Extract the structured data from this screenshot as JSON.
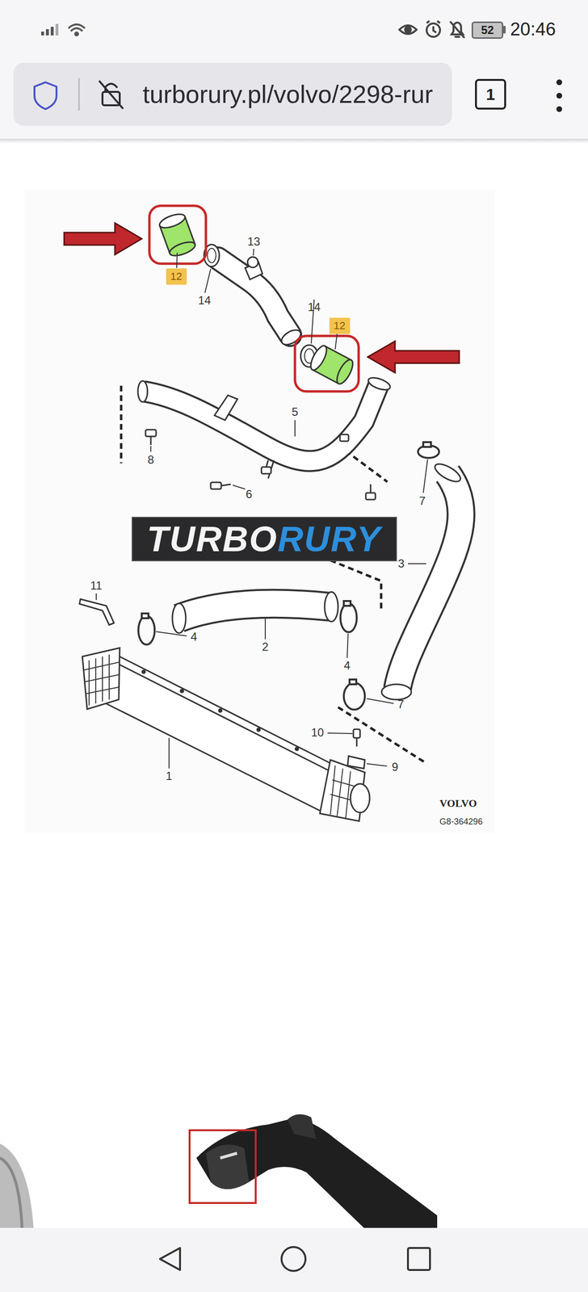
{
  "diagram": {
    "nodes": [
      {
        "text": [
          "52"
        ]
      },
      {
        "text": [
          "turborury.pl/volvo/2298-rur"
        ]
      },
      {
        "text": [
          "1"
        ]
      },
      {
        "text": [
          "12"
        ]
      },
      {
        "text": [
          "12"
        ]
      },
      {
        "text": [
          "TURBO",
          "RURY"
        ]
      }
    ],
    "labels": [
      "20:46",
      "13",
      "14",
      "14",
      "5",
      "8",
      "6",
      "7",
      "3",
      "2",
      "4",
      "4",
      "11",
      "7",
      "1",
      "10",
      "9",
      "VOLVO",
      "G8-364296"
    ]
  }
}
